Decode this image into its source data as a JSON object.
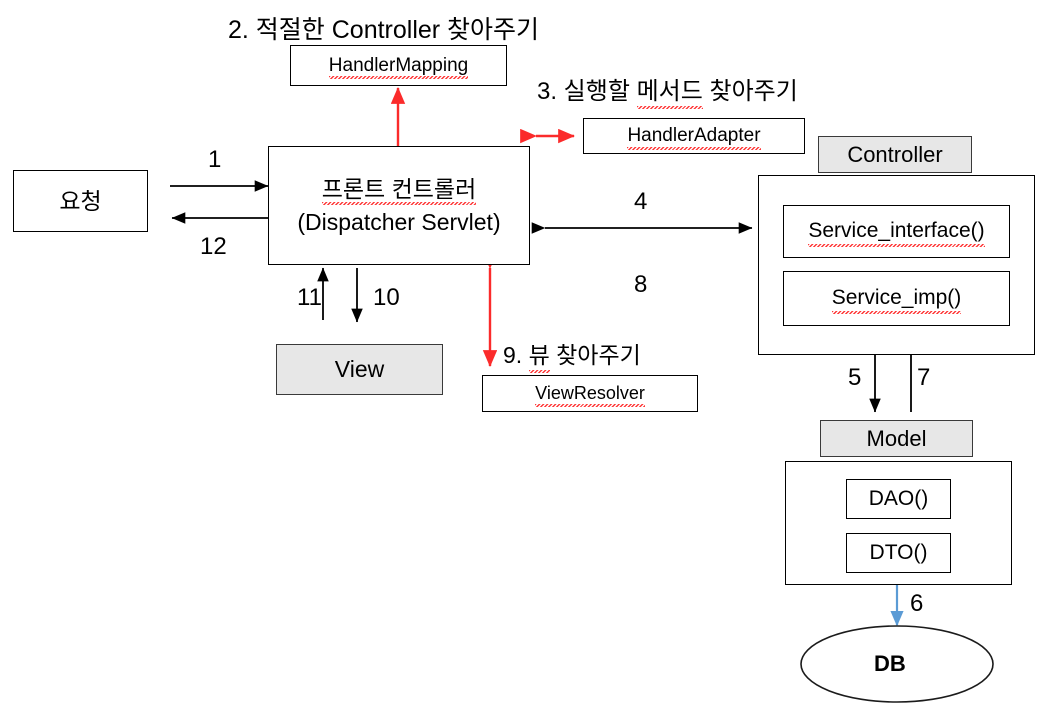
{
  "diagram": {
    "title_handler_mapping_step": "2. 적절한 Controller 찾아주기",
    "title_handler_adapter_step": "3. 실행할 메서드 찾아주기",
    "title_view_resolver_step": "9. 뷰 찾아주기"
  },
  "nodes": {
    "request": "요청",
    "front_controller_line1": "프론트 컨트롤러",
    "front_controller_line2": "(Dispatcher Servlet)",
    "handler_mapping": "HandlerMapping",
    "handler_adapter": "HandlerAdapter",
    "view": "View",
    "view_resolver": "ViewResolver",
    "controller_label": "Controller",
    "service_interface": "Service_interface()",
    "service_imp": "Service_imp()",
    "model_label": "Model",
    "dao": "DAO()",
    "dto": "DTO()",
    "db": "DB"
  },
  "flow_numbers": {
    "n1": "1",
    "n4": "4",
    "n5": "5",
    "n6": "6",
    "n7": "7",
    "n8": "8",
    "n10": "10",
    "n11": "11",
    "n12": "12"
  },
  "colors": {
    "red_arrow": "#fb2b2b",
    "blue_arrow": "#5b9bd5",
    "black_arrow": "#000000",
    "gray_fill": "#e7e7e7",
    "spellcheck_underline": "#ff2d2d"
  }
}
